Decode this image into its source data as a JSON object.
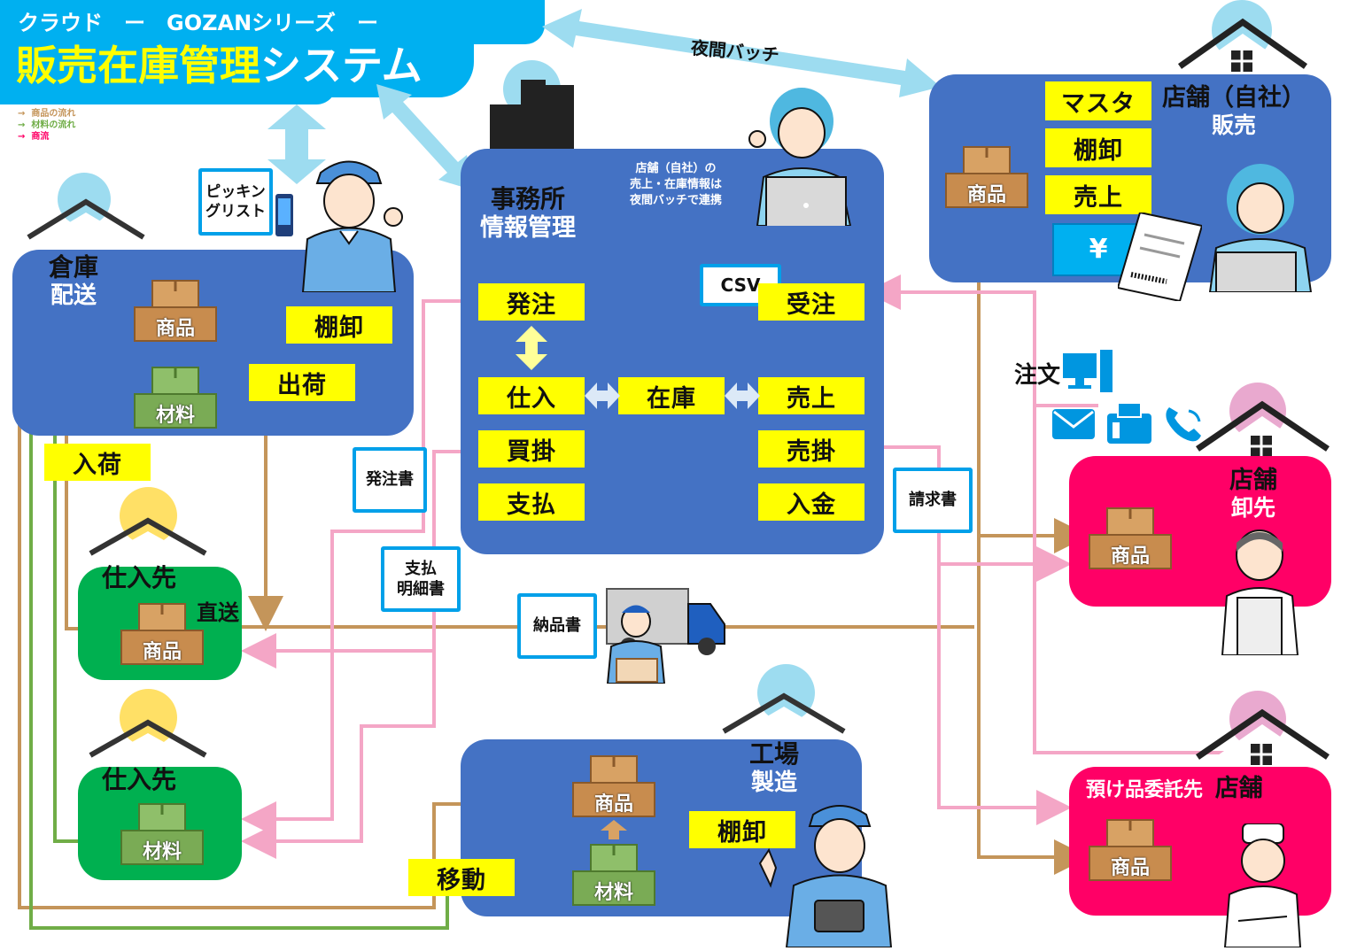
{
  "header": {
    "subtitle": "クラウド　ー　GOZANシリーズ　ー",
    "title_a": "販売在庫管理",
    "title_b": "システム"
  },
  "legend": [
    {
      "arrow": "→",
      "label": "商品の流れ",
      "color": "#c4955a"
    },
    {
      "arrow": "→",
      "label": "材料の流れ",
      "color": "#70ad47"
    },
    {
      "arrow": "→",
      "label": "商流",
      "color": "#ff0066"
    }
  ],
  "colors": {
    "panel_blue": "#4472c4",
    "panel_green": "#00b050",
    "panel_pink": "#ff0066",
    "label_yellow": "#ffff00",
    "goods_flow": "#c4955a",
    "material_flow": "#70ad47",
    "commerce_flow": "#f4a6c6",
    "doc_border": "#00a0e9"
  },
  "night_batch": "夜間バッチ",
  "warehouse": {
    "title": "倉庫",
    "subtitle": "配送",
    "inventory": "棚卸",
    "ship": "出荷",
    "receive": "入荷",
    "goods": "商品",
    "material": "材料",
    "picking": "ピッキン\nグリスト"
  },
  "office": {
    "title": "事務所",
    "subtitle": "情報管理",
    "note": "店舗（自社）の\n売上・在庫情報は\n夜間バッチで連携",
    "csv": "CSV",
    "order_place": "発注",
    "order_receive": "受注",
    "purchase": "仕入",
    "stock": "在庫",
    "sales": "売上",
    "payable": "買掛",
    "receivable": "売掛",
    "payment": "支払",
    "deposit": "入金"
  },
  "store_own": {
    "title": "店舗（自社）",
    "subtitle": "販売",
    "master": "マスタ",
    "inventory": "棚卸",
    "sales": "売上",
    "goods": "商品",
    "yen": "¥"
  },
  "order_label": "注文",
  "store_wholesale": {
    "title": "店舗",
    "subtitle": "卸先",
    "goods": "商品"
  },
  "store_consign": {
    "title_a": "預け品委託先",
    "title_b": "店舗",
    "goods": "商品"
  },
  "supplier1": {
    "title": "仕入先",
    "goods": "商品",
    "direct": "直送"
  },
  "supplier2": {
    "title": "仕入先",
    "material": "材料"
  },
  "factory": {
    "title": "工場",
    "subtitle": "製造",
    "inventory": "棚卸",
    "move": "移動",
    "goods": "商品",
    "material": "材料"
  },
  "docs": {
    "po": "発注書",
    "invoice": "請求書",
    "payment_statement": "支払\n明細書",
    "delivery": "納品書"
  }
}
